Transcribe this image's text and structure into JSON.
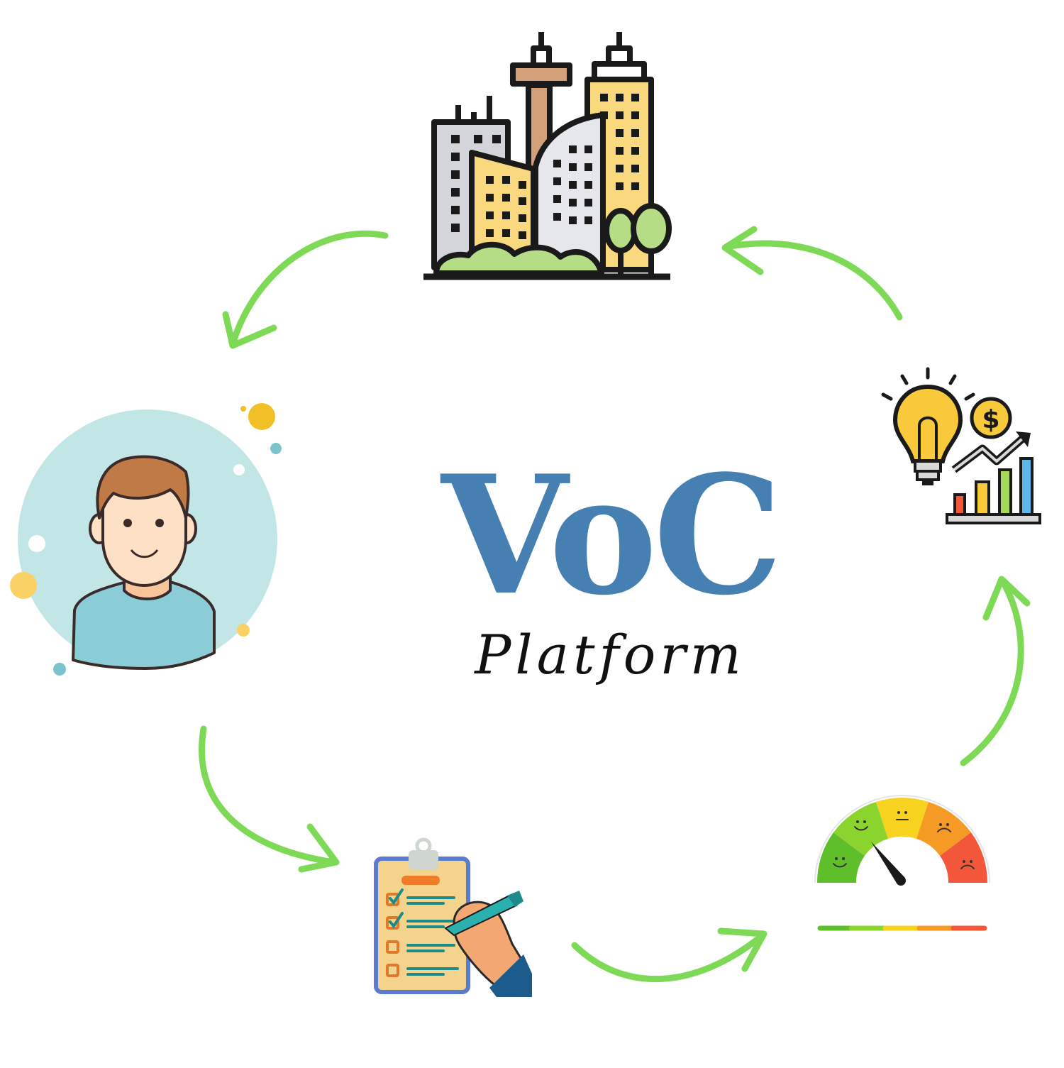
{
  "title": "VoC",
  "subtitle": "Platform",
  "colors": {
    "title": "#4680b3",
    "arrow": "#7ed957",
    "outline": "#1a1a1a"
  },
  "icons": [
    {
      "key": "city",
      "icon": "city-buildings-icon"
    },
    {
      "key": "customer",
      "icon": "customer-avatar-icon"
    },
    {
      "key": "survey",
      "icon": "survey-checklist-icon"
    },
    {
      "key": "sentiment",
      "icon": "sentiment-gauge-icon"
    },
    {
      "key": "insight",
      "icon": "business-insight-icon"
    }
  ]
}
